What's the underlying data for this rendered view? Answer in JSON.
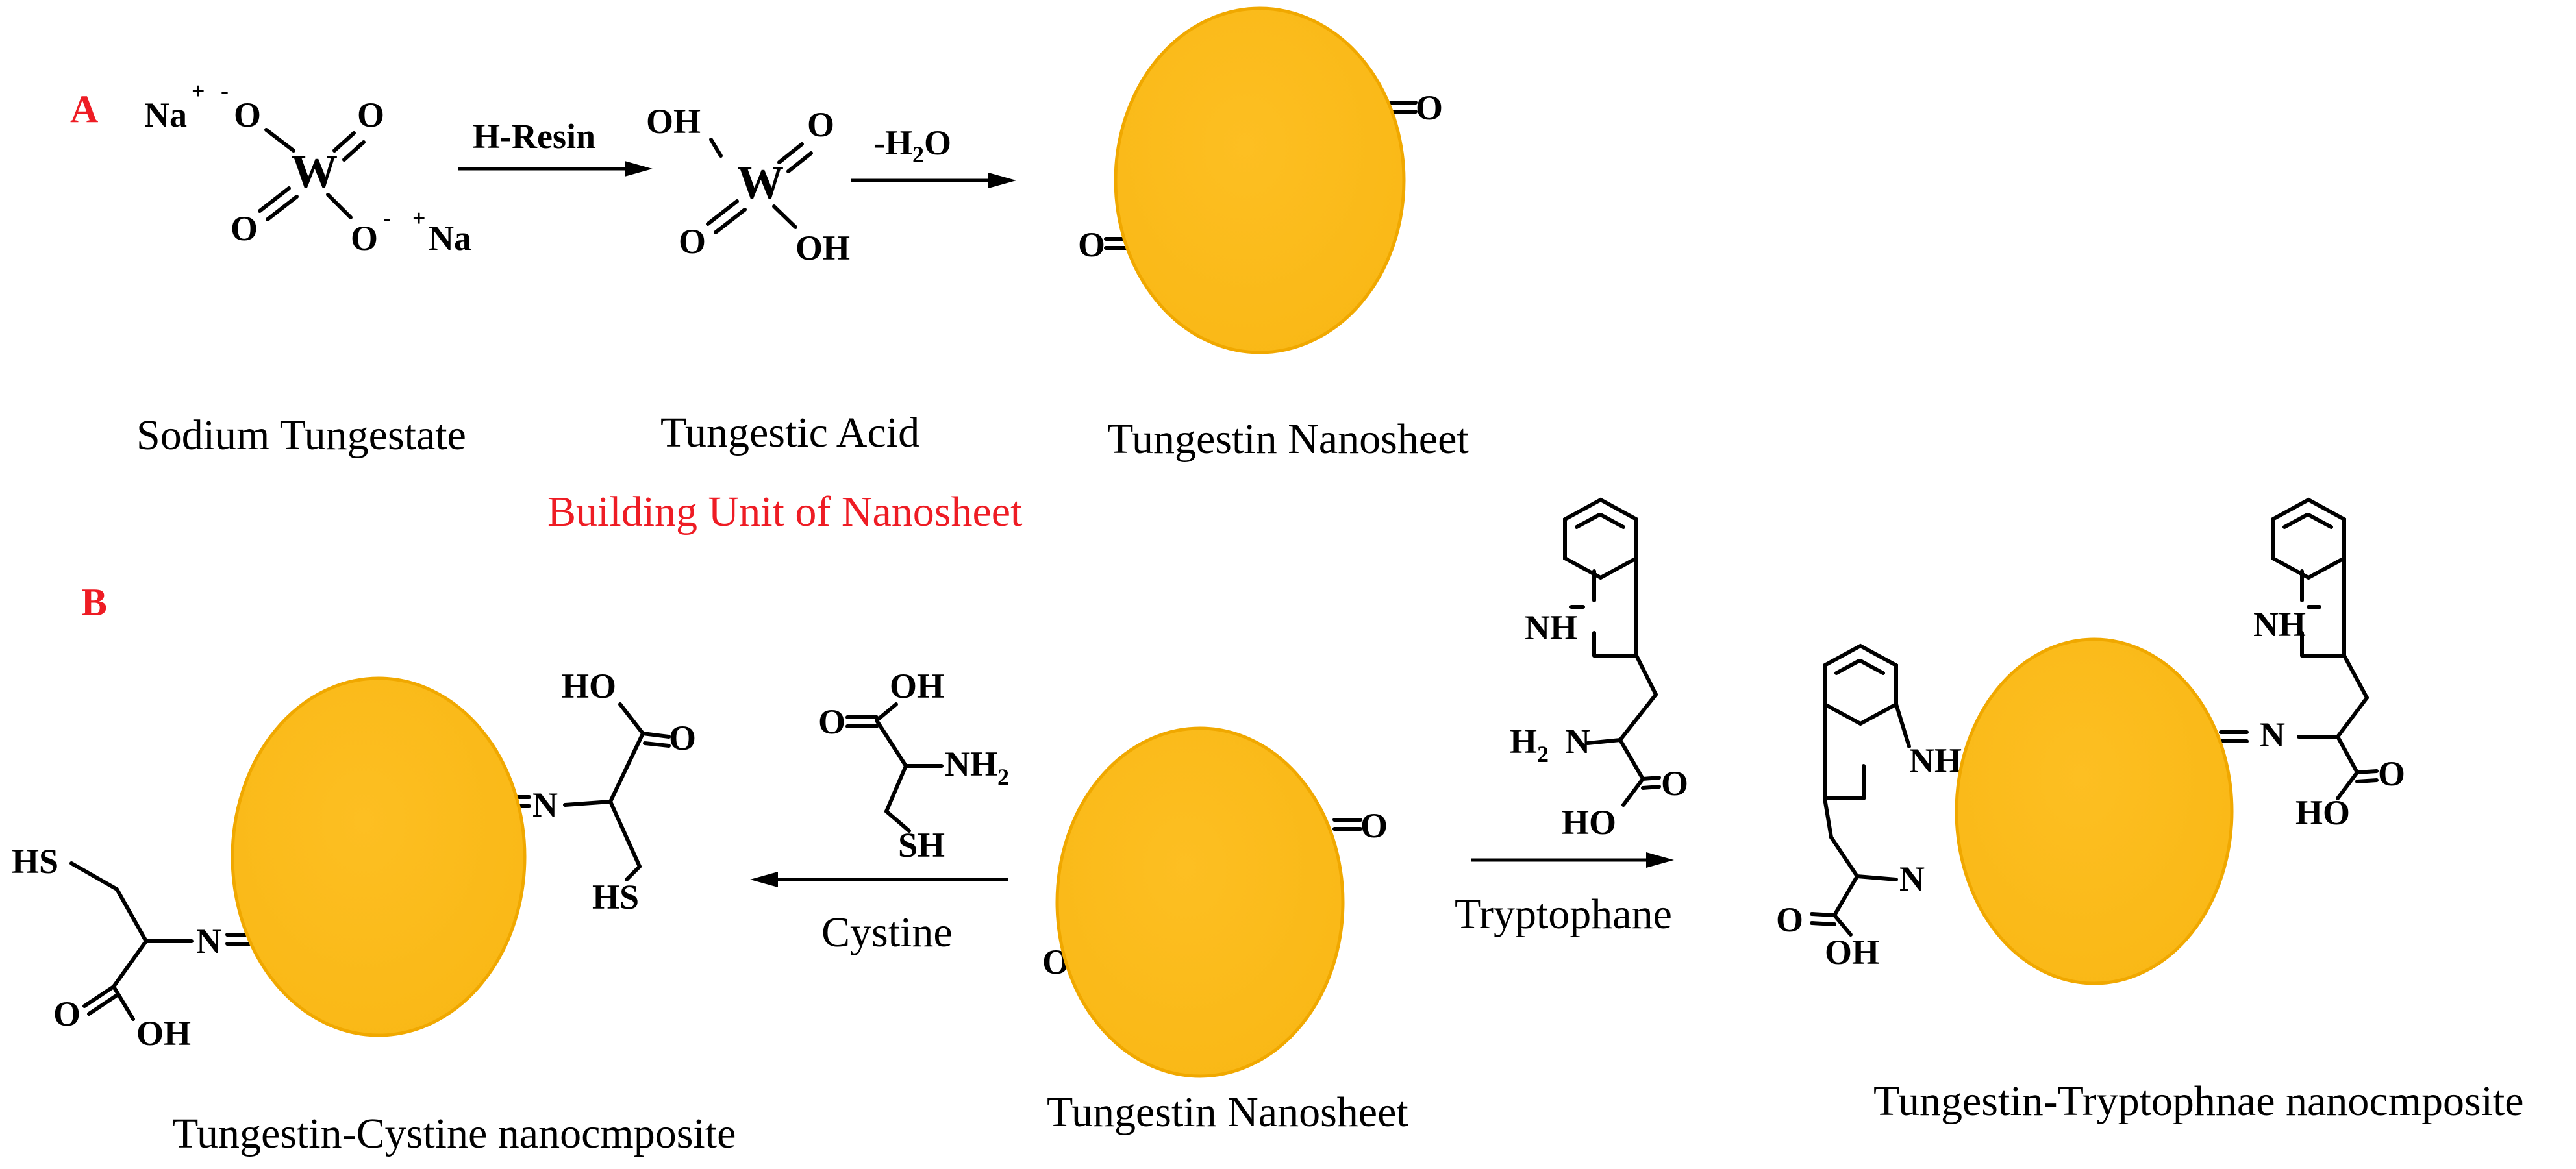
{
  "colors": {
    "nanosheet_fill": "#fdbb1f",
    "nanosheet_edge": "#f2a900",
    "panel_label": "#ee1c24",
    "caption_highlight": "#ee1c24"
  },
  "panel_a": {
    "label": "A",
    "sodium_tungstate": {
      "na1": "Na",
      "plus1": "+",
      "minus1": "-",
      "o_top": "O",
      "o_right": "O",
      "w": "W",
      "o_left": "O",
      "o_bottom": "O",
      "minus2": "-",
      "plus2": "+",
      "na2": "Na"
    },
    "tungstic_acid": {
      "oh_top": "OH",
      "o_right": "O",
      "w": "W",
      "o_left": "O",
      "oh_bottom": "OH"
    },
    "reagent1": "H-Resin",
    "reagent2_main": "-H",
    "reagent2_sub": "2",
    "reagent2_tail": "O",
    "nanosheet_o_top": "O",
    "nanosheet_o_bottom": "O",
    "caption_sodium": "Sodium Tungestate",
    "caption_acid": "Tungestic Acid",
    "caption_nanosheet": "Tungestin Nanosheet",
    "caption_building": "Building Unit of Nanosheet"
  },
  "panel_b": {
    "label": "B",
    "left_product": {
      "ho": "HO",
      "o": "O",
      "n_right": "N",
      "hs_top": "HS",
      "hs_left": "HS",
      "n_left": "N",
      "o_bottom": "O",
      "oh_bottom": "OH",
      "caption": "Tungestin-Cystine nanocmposite"
    },
    "cystine": {
      "oh": "OH",
      "o": "O",
      "nh": "NH",
      "nh_sub": "2",
      "sh": "SH",
      "label": "Cystine"
    },
    "center_sheet": {
      "o_top": "O",
      "o_bottom": "O",
      "caption": "Tungestin Nanosheet"
    },
    "tryptophane": {
      "nh_ring": "NH",
      "h": "H",
      "h_sub": "2",
      "n": "N",
      "o": "O",
      "ho": "HO",
      "label": "Tryptophane"
    },
    "right_product": {
      "nh_top": "NH",
      "n_top": "N",
      "o_top": "O",
      "ho_top": "HO",
      "nh_left": "NH",
      "n_left": "N",
      "o_left": "O",
      "oh_left": "OH",
      "caption": "Tungestin-Tryptophnae nanocmposite"
    }
  }
}
